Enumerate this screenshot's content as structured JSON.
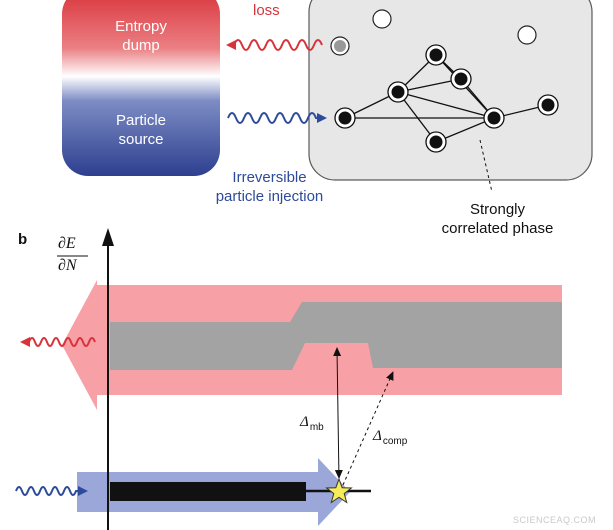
{
  "panel_a": {
    "reservoir": {
      "entropy_dump_line1": "Entropy",
      "entropy_dump_line2": "dump",
      "particle_source_line1": "Particle",
      "particle_source_line2": "source"
    },
    "loss_label": "loss",
    "injection_label_line1": "Irreversible",
    "injection_label_line2": "particle injection",
    "phase_label_line1": "Strongly",
    "phase_label_line2": "correlated phase"
  },
  "panel_b": {
    "tag": "b",
    "axis_label_numerator": "∂E",
    "axis_label_denominator": "∂N",
    "delta_mb_symbol": "Δ",
    "delta_mb_sub": "mb",
    "delta_comp_symbol": "Δ",
    "delta_comp_sub": "comp"
  },
  "watermark": "SCIENCEAQ.COM",
  "colors": {
    "red": "#d8333a",
    "blue": "#2d4b9a",
    "pink_band": "#f7a0a6",
    "gray_band": "#a3a3a3",
    "lavender_arrow": "#9aa7d8",
    "cloud_fill": "#e7e7e7",
    "star": "#f6ec5a"
  }
}
